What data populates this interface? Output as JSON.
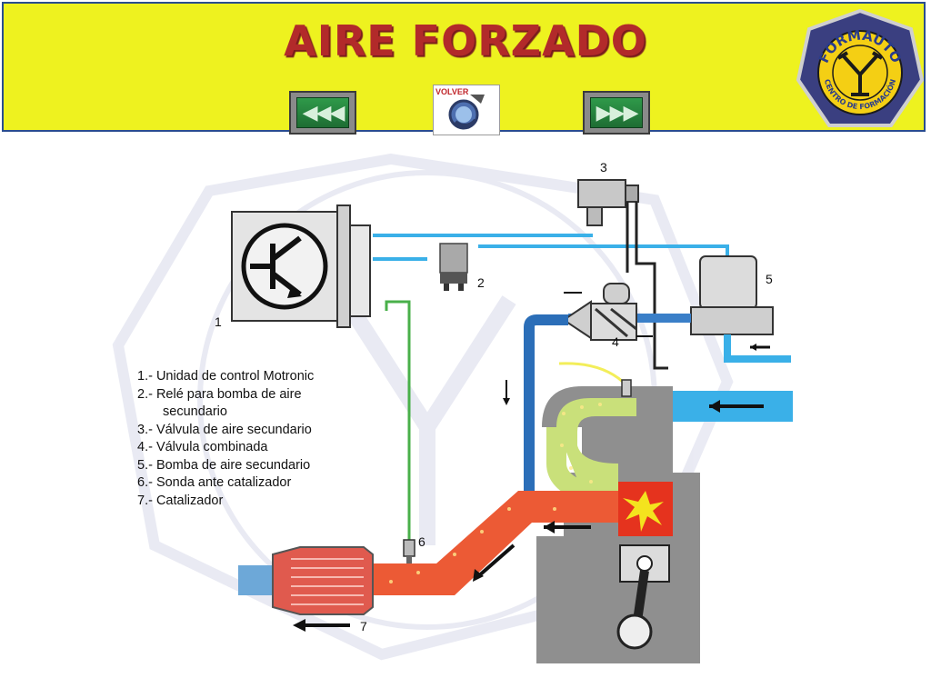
{
  "header": {
    "title": "AIRE FORZADO",
    "prev_symbol": "◀◀◀",
    "next_symbol": "▶▶▶",
    "home_label": "VOLVER",
    "logo_text_top": "FORMAUTO",
    "logo_text_bottom": "CENTRO DE FORMACIÓN"
  },
  "diagram": {
    "labels": [
      "1",
      "2",
      "3",
      "4",
      "5",
      "6",
      "7"
    ],
    "legend": [
      "1.- Unidad de control Motronic",
      "2.- Relé para bomba de aire",
      "secundario",
      "3.- Válvula de aire secundario",
      "4.- Válvula combinada",
      "5.- Bomba de aire secundario",
      "6.- Sonda ante catalizador",
      "7.- Catalizador"
    ]
  },
  "colors": {
    "header_bg": "#eef21f",
    "title": "#b22a2a",
    "nav_green": "#2f9a4a",
    "air_blue": "#3ab0e8",
    "exhaust_red": "#e64a2e",
    "wire_green": "#49b04a"
  }
}
